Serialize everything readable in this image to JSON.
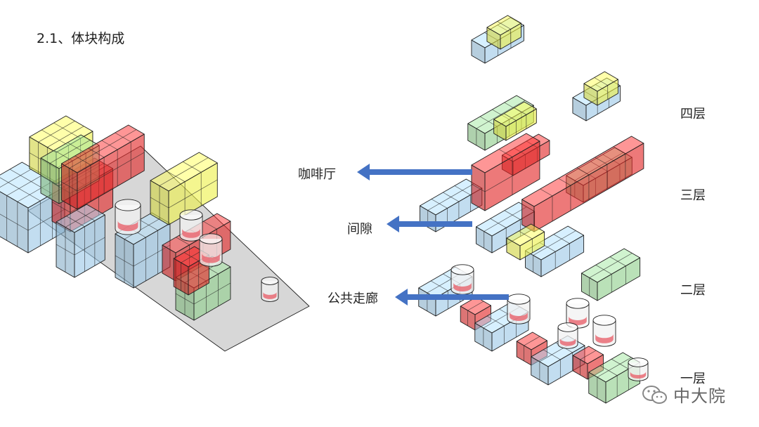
{
  "section_title": "2.1、体块构成",
  "floor_labels": {
    "floor4": "四层",
    "floor3": "三层",
    "floor2": "二层",
    "floor1": "一层"
  },
  "callouts": {
    "cafe": "咖啡厅",
    "gap": "间隙",
    "corridor": "公共走廊"
  },
  "watermark": "中大院",
  "colors": {
    "blue": "#9cc8e6",
    "green": "#8fce8c",
    "red": "#e22626",
    "yellow": "#eef04a",
    "arrow": "#4472c4",
    "ground": "#d0d0d0"
  }
}
